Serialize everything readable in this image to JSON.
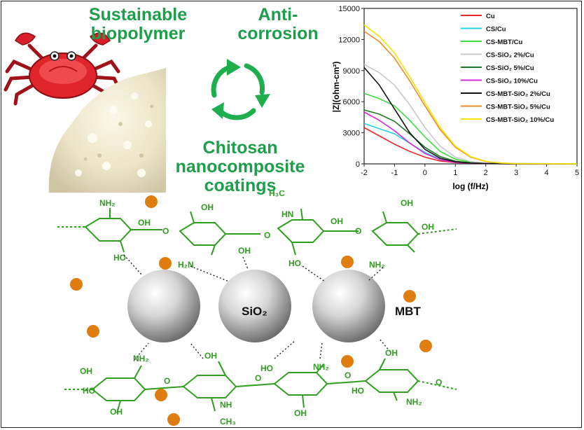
{
  "labels": {
    "sustainable_line1": "Sustainable",
    "sustainable_line2": "biopolymer",
    "anti_line1": "Anti-",
    "anti_line2": "corrosion",
    "chitosan_line1": "Chitosan",
    "chitosan_line2": "nanocomposite",
    "chitosan_line3": "coatings",
    "sio2": "SiO₂",
    "mbt": "MBT"
  },
  "molecule": {
    "nh2": "NH₂",
    "h2n": "H₂N",
    "oh": "OH",
    "ho": "HO",
    "o": "O",
    "nh": "NH",
    "hn": "HN",
    "ch3": "CH₃",
    "h3c": "H₃C"
  },
  "colors": {
    "title_green": "#1e9e4a",
    "chitosan_green": "#2f9e1f",
    "mbt_orange": "#e07d10",
    "recycle_green": "#1fae4e"
  },
  "icons": [
    "crab-icon",
    "chitosan-powder-icon",
    "recycle-arrows-icon"
  ],
  "chart_data": {
    "type": "line",
    "xlabel": "log (f/Hz)",
    "ylabel": "|Z|(ohm-cm²)",
    "xlim": [
      -2,
      5
    ],
    "ylim": [
      0,
      15000
    ],
    "xticks": [
      "-2",
      "-1",
      "0",
      "1",
      "2",
      "3",
      "4",
      "5"
    ],
    "yticks": [
      "0",
      "3000",
      "6000",
      "9000",
      "12000",
      "15000"
    ],
    "legend_position": "top-right",
    "series": [
      {
        "name": "Cu",
        "color": "#e8262b",
        "x": [
          -2,
          -1.5,
          -1,
          -0.5,
          0,
          0.5,
          1,
          1.5,
          2,
          3,
          5
        ],
        "values": [
          3500,
          2700,
          1900,
          1200,
          650,
          280,
          120,
          60,
          30,
          15,
          10
        ]
      },
      {
        "name": "CS/Cu",
        "color": "#22d3e0",
        "x": [
          -2,
          -1.5,
          -1,
          -0.5,
          0,
          0.5,
          1,
          1.5,
          2,
          3,
          5
        ],
        "values": [
          3900,
          3400,
          2900,
          2000,
          1100,
          450,
          180,
          80,
          40,
          20,
          10
        ]
      },
      {
        "name": "CS-MBT/Cu",
        "color": "#3fdc3f",
        "x": [
          -2,
          -1.5,
          -1,
          -0.5,
          0,
          0.5,
          1,
          1.5,
          2,
          3,
          5
        ],
        "values": [
          6800,
          6300,
          5600,
          4200,
          2600,
          1200,
          450,
          160,
          60,
          20,
          10
        ]
      },
      {
        "name": "CS-SiO₂ 2%/Cu",
        "color": "#c8c8c8",
        "x": [
          -2,
          -1.5,
          -1,
          -0.5,
          0,
          0.5,
          1,
          1.5,
          2,
          3,
          5
        ],
        "values": [
          9600,
          8800,
          7600,
          5700,
          3500,
          1700,
          650,
          230,
          80,
          25,
          10
        ]
      },
      {
        "name": "CS-SiO₂ 5%/Cu",
        "color": "#1f7a1f",
        "x": [
          -2,
          -1.5,
          -1,
          -0.5,
          0,
          0.5,
          1,
          1.5,
          2,
          3,
          5
        ],
        "values": [
          5200,
          4800,
          4100,
          2900,
          1600,
          700,
          260,
          100,
          40,
          15,
          10
        ]
      },
      {
        "name": "CS-SiO₂ 10%/Cu",
        "color": "#d62ad6",
        "x": [
          -2,
          -1.5,
          -1,
          -0.5,
          0,
          0.5,
          1,
          1.5,
          2,
          3,
          5
        ],
        "values": [
          5000,
          4200,
          3200,
          2000,
          1000,
          400,
          150,
          60,
          25,
          10,
          10
        ]
      },
      {
        "name": "CS-MBT-SiO₂ 2%/Cu",
        "color": "#111111",
        "x": [
          -2,
          -1.5,
          -1,
          -0.5,
          0,
          0.5,
          1,
          1.5,
          2,
          3,
          5
        ],
        "values": [
          9300,
          7600,
          5300,
          3000,
          1400,
          550,
          200,
          80,
          30,
          10,
          10
        ]
      },
      {
        "name": "CS-MBT-SiO₂ 5%/Cu",
        "color": "#f08a24",
        "x": [
          -2,
          -1.5,
          -1,
          -0.5,
          0,
          0.5,
          1,
          1.5,
          2,
          2.5,
          3,
          5
        ],
        "values": [
          12800,
          11800,
          10200,
          8000,
          5600,
          3300,
          1600,
          650,
          220,
          80,
          30,
          10
        ]
      },
      {
        "name": "CS-MBT-SiO₂ 10%/Cu",
        "color": "#f2e600",
        "x": [
          -2,
          -1.5,
          -1,
          -0.5,
          0,
          0.5,
          1,
          1.5,
          2,
          2.5,
          3,
          5
        ],
        "values": [
          13400,
          12300,
          10700,
          8400,
          5900,
          3500,
          1700,
          700,
          240,
          90,
          30,
          10
        ]
      }
    ]
  }
}
